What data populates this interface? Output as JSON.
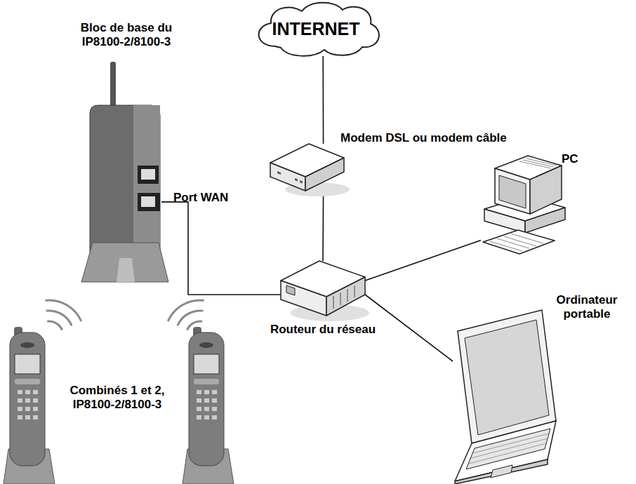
{
  "diagram": {
    "nodes": [
      {
        "text": [
          "INTERNET"
        ]
      },
      {
        "text": [
          "Bloc de base du IP8100-2/8100-3"
        ]
      },
      {
        "text": [
          "Modem DSL ou modem câble"
        ]
      },
      {
        "text": [
          "PC"
        ]
      },
      {
        "text": [
          "Routeur du réseau"
        ]
      },
      {
        "text": [
          "Ordinateur portable"
        ]
      },
      {
        "text": [
          "Combinés 1 et 2, IP8100-2/8100-3"
        ]
      }
    ],
    "edges": [
      {
        "from": 0,
        "to": 2,
        "arrow": "none"
      },
      {
        "from": 2,
        "to": 4,
        "arrow": "none"
      },
      {
        "from": 1,
        "to": 4,
        "arrow": "none"
      },
      {
        "from": 4,
        "to": 3,
        "arrow": "none"
      },
      {
        "from": 4,
        "to": 5,
        "arrow": "none"
      }
    ],
    "labels": [
      "Port WAN"
    ]
  }
}
